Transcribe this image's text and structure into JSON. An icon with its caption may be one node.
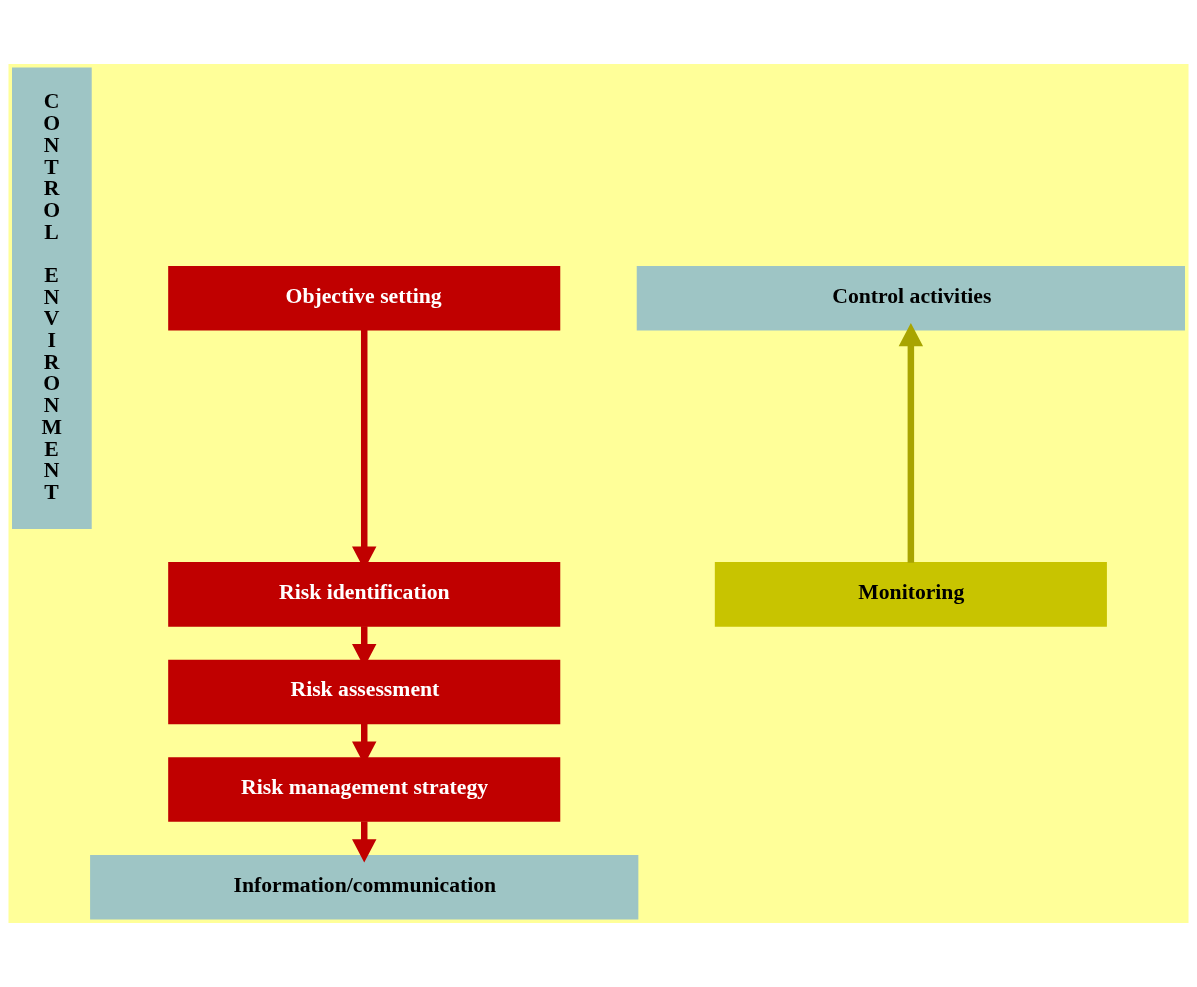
{
  "diagram": {
    "nodes": [
      {
        "text": [
          "CONTROL ENVIRONMENT"
        ]
      },
      {
        "text": [
          "Objective setting"
        ]
      },
      {
        "text": [
          "Risk identification"
        ]
      },
      {
        "text": [
          "Risk assessment"
        ]
      },
      {
        "text": [
          "Risk management strategy"
        ]
      },
      {
        "text": [
          "Information/communication"
        ]
      },
      {
        "text": [
          "Control activities"
        ]
      },
      {
        "text": [
          "Monitoring"
        ]
      }
    ],
    "edges": [
      {
        "from": 1,
        "to": 2,
        "arrow": "to"
      },
      {
        "from": 2,
        "to": 3,
        "arrow": "to"
      },
      {
        "from": 3,
        "to": 4,
        "arrow": "to"
      },
      {
        "from": 4,
        "to": 5,
        "arrow": "to"
      },
      {
        "from": 7,
        "to": 6,
        "arrow": "to",
        "color": "#a8a400"
      }
    ]
  }
}
